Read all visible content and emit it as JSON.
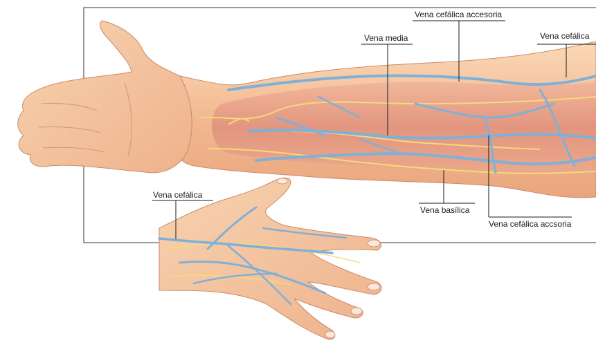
{
  "labels": {
    "median_vein": "Vena media",
    "accessory_cephalic_top": "Vena cefálica accesoria",
    "cephalic_arm": "Vena cefálica",
    "cephalic_hand": "Vena cefálica",
    "basilic": "Vena basílica",
    "accessory_cephalic_bottom": "Vena cefálica accsoria"
  },
  "colors": {
    "skin": "#f6c7a0",
    "skin_shade": "#e8a27a",
    "muscle": "#e89a84",
    "vein": "#7fb0d8",
    "vein_dark": "#5d8fbf",
    "nerve": "#f3de7a",
    "frame": "#333333"
  }
}
